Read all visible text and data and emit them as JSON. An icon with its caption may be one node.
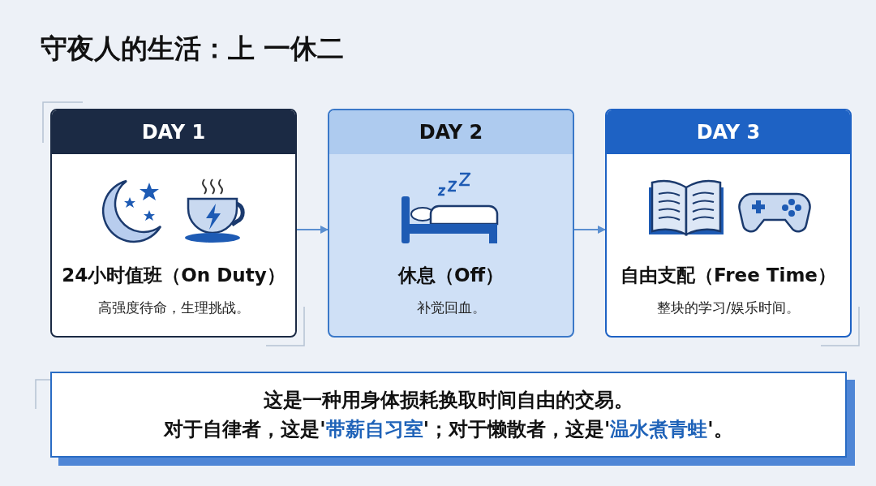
{
  "diagram": {
    "title": "守夜人的生活：上 一休二",
    "nodes": [
      {
        "text": [
          "DAY 1",
          "24小时值班（On Duty）",
          "高强度待命，生理挑战。"
        ]
      },
      {
        "text": [
          "DAY 2",
          "休息（Off）",
          "补觉回血。"
        ]
      },
      {
        "text": [
          "DAY 3",
          "自由支配（Free Time）",
          "整块的学习/娱乐时间。"
        ]
      },
      {
        "text": [
          "这是一种用身体损耗换取时间自由的交易。",
          "对于自律者，这是'**带薪自习室**'；对于懒散者，这是'**温水煮青蛙**'。"
        ]
      }
    ],
    "edges": [
      {
        "from": 0,
        "to": 1,
        "arrow": "to"
      },
      {
        "from": 1,
        "to": 2,
        "arrow": "to"
      }
    ]
  }
}
